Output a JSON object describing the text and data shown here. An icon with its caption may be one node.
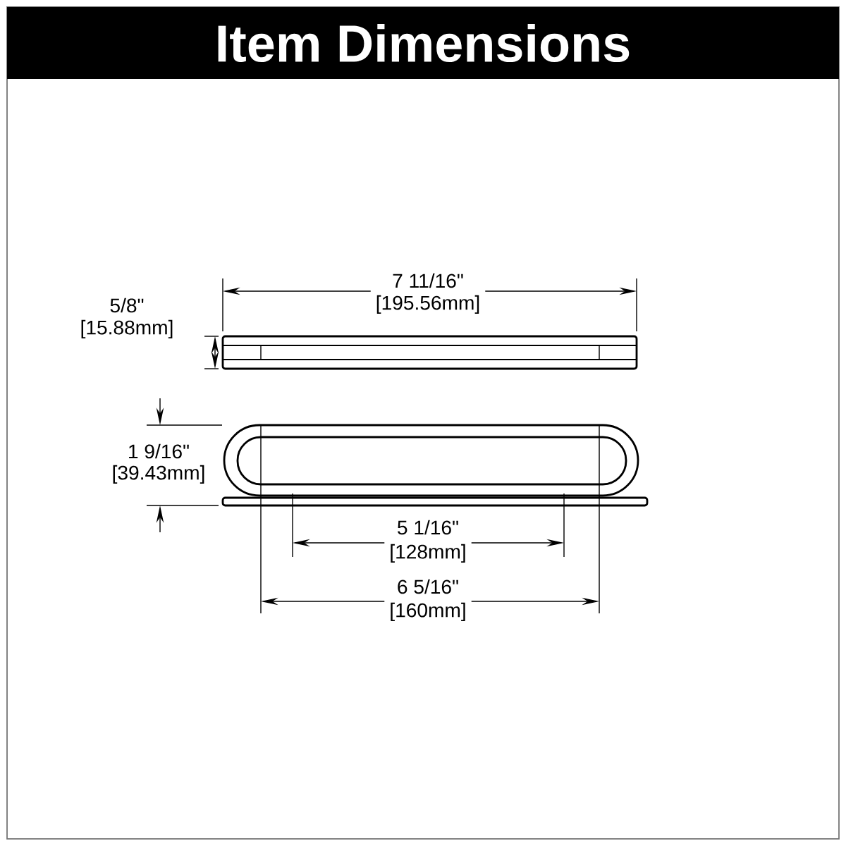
{
  "diagram": {
    "title": "Item Dimensions",
    "labels": [
      "7 11/16\"",
      "[195.56mm]",
      "5/8\"",
      "[15.88mm]",
      "1 9/16\"",
      "[39.43mm]",
      "5 1/16\"",
      "[128mm]",
      "6 5/16\"",
      "[160mm]"
    ]
  }
}
